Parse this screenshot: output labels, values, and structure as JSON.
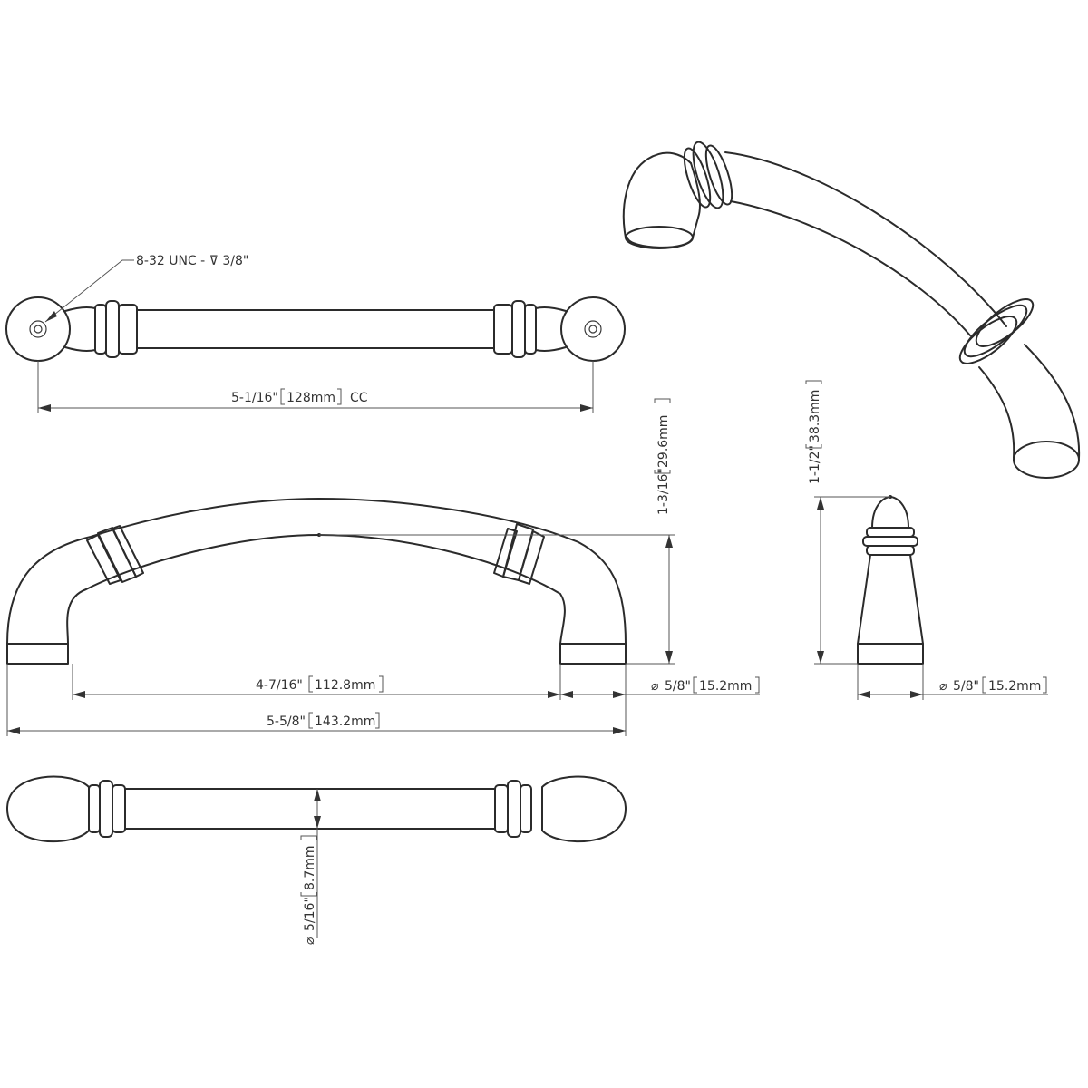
{
  "dimensions": {
    "thread": "8-32 UNC - ⊽ 3/8\"",
    "cc": {
      "imperial": "5-1/16\"",
      "metric": "128mm",
      "suffix": "CC"
    },
    "height_front": {
      "imperial": "1-3/16\"",
      "metric": "29.6mm"
    },
    "height_side": {
      "imperial": "1-1/2\"",
      "metric": "38.3mm"
    },
    "inner_span": {
      "imperial": "4-7/16\"",
      "metric": "112.8mm"
    },
    "foot_front": {
      "symbol": "⌀",
      "imperial": "5/8\"",
      "metric": "15.2mm"
    },
    "foot_side": {
      "symbol": "⌀",
      "imperial": "5/8\"",
      "metric": "15.2mm"
    },
    "overall": {
      "imperial": "5-5/8\"",
      "metric": "143.2mm"
    },
    "bar_diameter": {
      "symbol": "⌀",
      "imperial": "5/16\"",
      "metric": "8.7mm"
    }
  }
}
